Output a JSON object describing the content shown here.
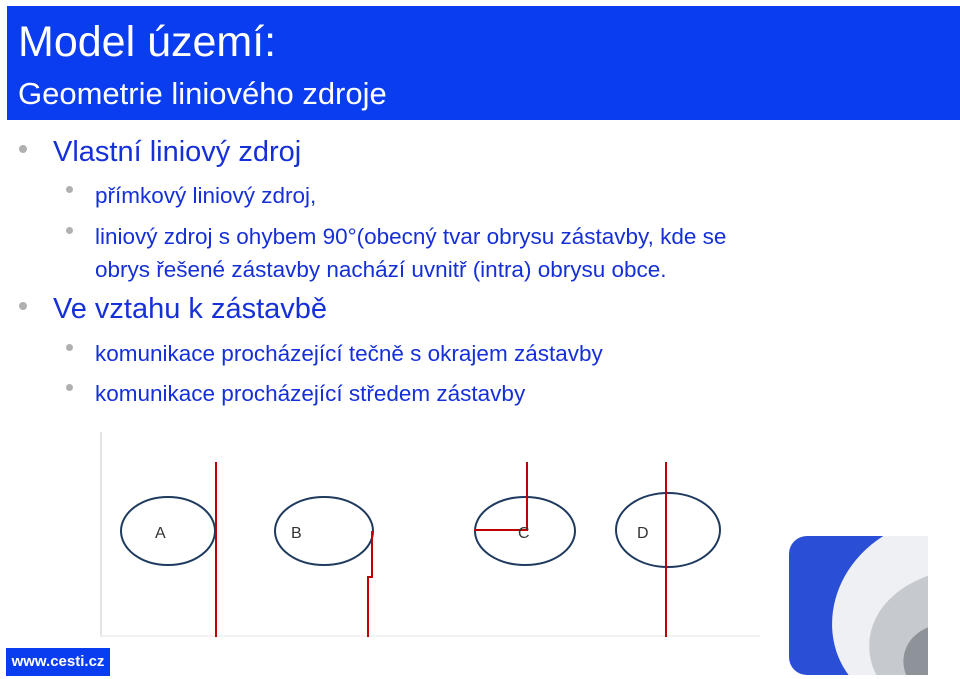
{
  "header": {
    "title": "Model území:",
    "subtitle": "Geometrie liniového zdroje"
  },
  "bullets": [
    {
      "text": "Vlastní liniový zdroj",
      "sub": [
        "přímkový liniový zdroj,",
        "liniový zdroj s ohybem 90°(obecný tvar obrysu zástavby, kde se",
        "obrys řešené zástavby nachází uvnitř (intra) obrysu obce."
      ]
    },
    {
      "text": "Ve vztahu k zástavbě",
      "sub": [
        "komunikace procházející tečně s okrajem zástavby",
        "komunikace procházející středem zástavby"
      ]
    }
  ],
  "diagram": {
    "labels": [
      "A",
      "B",
      "C",
      "D"
    ]
  },
  "footer": {
    "url": "www.cesti.cz"
  },
  "colors": {
    "brand_blue": "#0a3cf0",
    "text_blue": "#1530d8",
    "line_red": "#c00000",
    "ellipse_navy": "#1f3a5f"
  }
}
